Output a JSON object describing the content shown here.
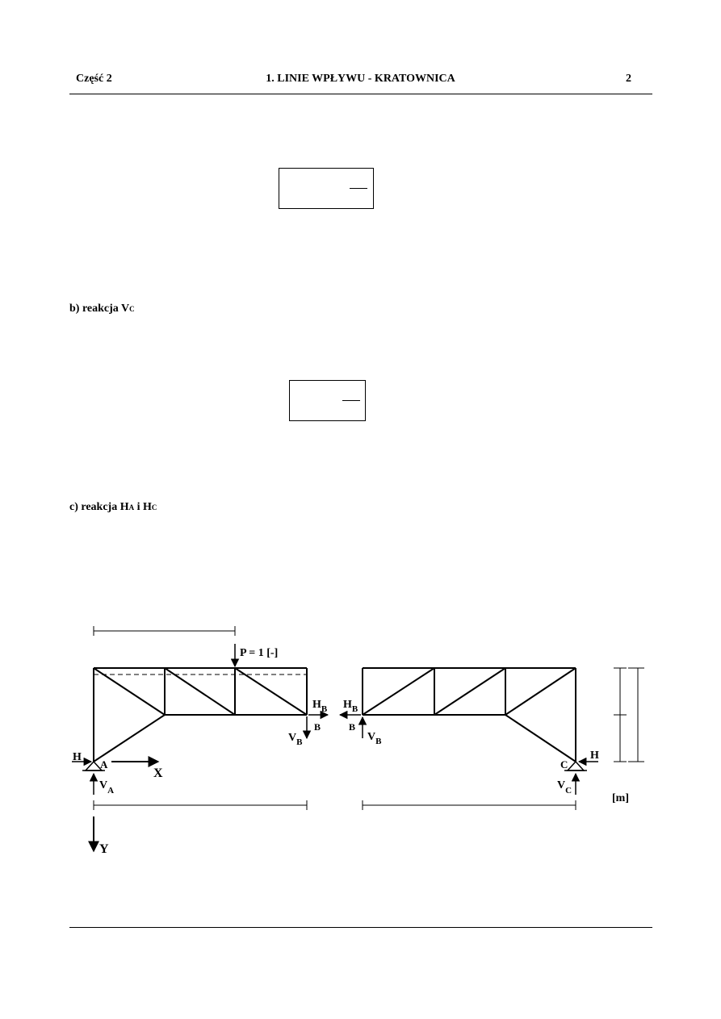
{
  "header": {
    "left": "Część 2",
    "center": "1. LINIE WPŁYWU - KRATOWNICA",
    "right": "2"
  },
  "sections": {
    "b": {
      "prefix": "b) reakcja V",
      "sub": "C"
    },
    "c": {
      "prefix": "c) reakcja H",
      "sub1": "A",
      "mid": " i H",
      "sub2": "C"
    }
  },
  "diagram": {
    "load_label": "P = 1 [-]",
    "labels": {
      "HA": "H",
      "A": "A",
      "VA_main": "V",
      "VA_sub": "A",
      "X": "X",
      "Y": "Y",
      "HB_left_main": "H",
      "HB_left_sub": "B",
      "B_left": "B",
      "VB_left_main": "V",
      "VB_left_sub": "B",
      "HB_right_main": "H",
      "HB_right_sub": "B",
      "B_right": "B",
      "VB_right_main": "V",
      "VB_right_sub": "B",
      "C": "C",
      "HC": "H",
      "VC_main": "V",
      "VC_sub": "C",
      "unit": "[m]"
    }
  }
}
